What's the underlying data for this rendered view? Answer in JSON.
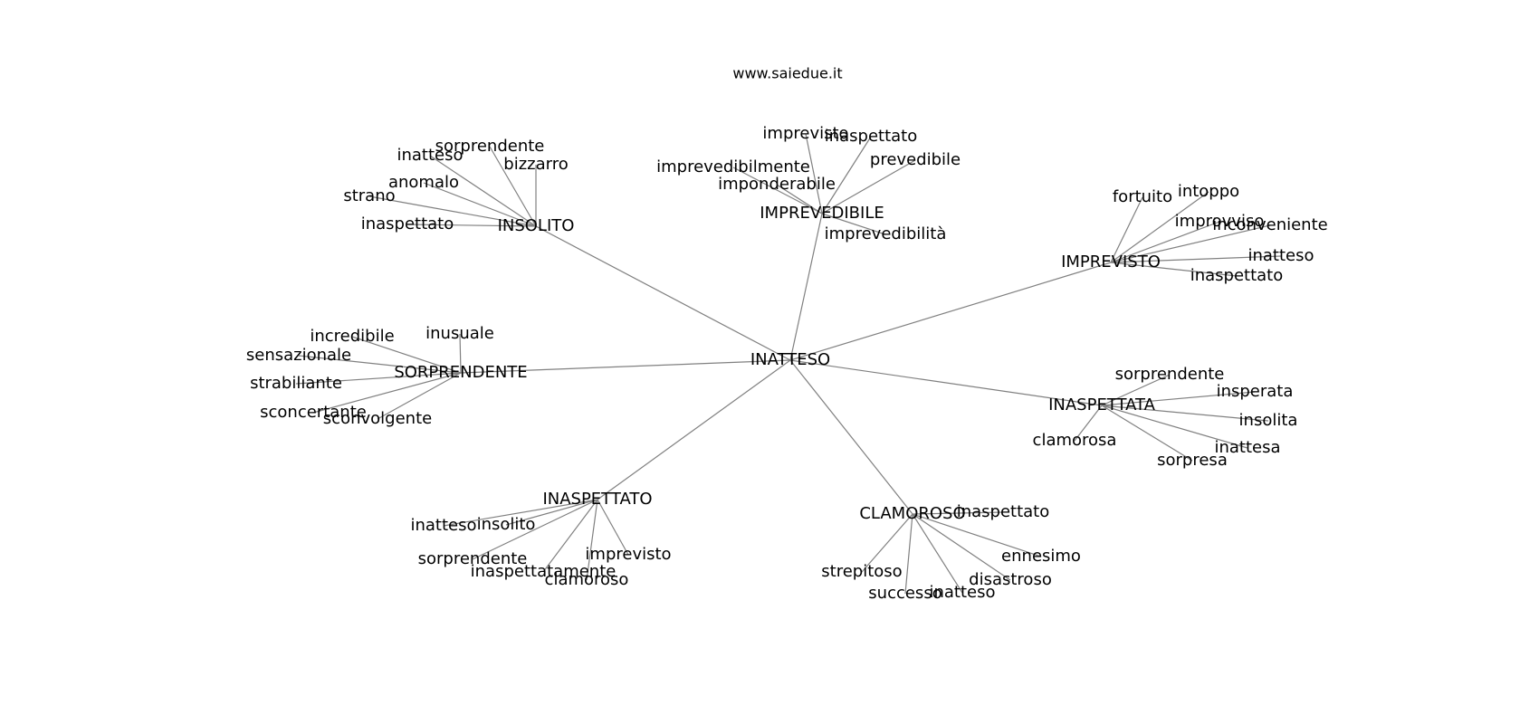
{
  "title": "www.saiedue.it",
  "graph": {
    "root": "INATTESO",
    "groups": [
      {
        "hub": "INSOLITO",
        "children": [
          "sorprendente",
          "inatteso",
          "bizzarro",
          "anomalo",
          "strano",
          "inaspettato"
        ]
      },
      {
        "hub": "IMPREVEDIBILE",
        "children": [
          "imprevisto",
          "inaspettato",
          "prevedibile",
          "imprevedibilmente",
          "imponderabile",
          "imprevedibilità"
        ]
      },
      {
        "hub": "IMPREVISTO",
        "children": [
          "fortuito",
          "intoppo",
          "improvviso",
          "inconveniente",
          "inatteso",
          "inaspettato"
        ]
      },
      {
        "hub": "SORPRENDENTE",
        "children": [
          "incredibile",
          "inusuale",
          "sensazionale",
          "strabiliante",
          "sconcertante",
          "sconvolgente"
        ]
      },
      {
        "hub": "INASPETTATA",
        "children": [
          "sorprendente",
          "insperata",
          "insolita",
          "inattesa",
          "clamorosa",
          "sorpresa"
        ]
      },
      {
        "hub": "INASPETTATO",
        "children": [
          "inatteso",
          "insolito",
          "sorprendente",
          "inaspettatamente",
          "imprevisto",
          "clamoroso"
        ]
      },
      {
        "hub": "CLAMOROSO",
        "children": [
          "inaspettato",
          "ennesimo",
          "strepitoso",
          "successo",
          "inatteso",
          "disastroso"
        ]
      }
    ]
  }
}
